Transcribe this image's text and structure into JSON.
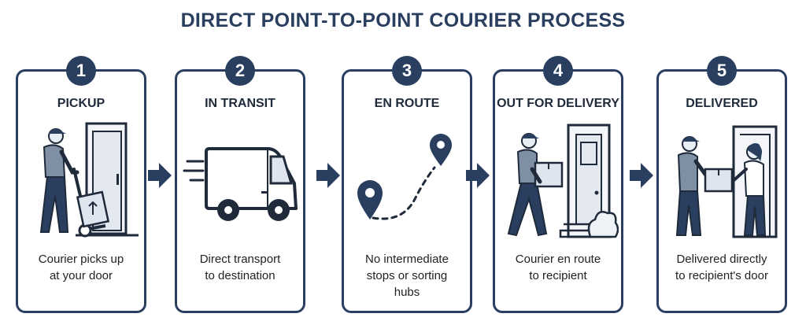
{
  "title": "DIRECT POINT-TO-POINT COURIER PROCESS",
  "steps": [
    {
      "number": "1",
      "title": "PICKUP",
      "description": "Courier picks up\nat your door"
    },
    {
      "number": "2",
      "title": "IN TRANSIT",
      "description": "Direct transport\nto destination"
    },
    {
      "number": "3",
      "title": "EN ROUTE",
      "description": "No intermediate\nstops or sorting\nhubs"
    },
    {
      "number": "4",
      "title": "OUT FOR DELIVERY",
      "description": "Courier en route\nto recipient"
    },
    {
      "number": "5",
      "title": "DELIVERED",
      "description": "Delivered directly\nto recipient's door"
    }
  ],
  "colors": {
    "primary": "#2a3f5f",
    "line": "#1f2a3a",
    "accent": "#dfe5ee"
  }
}
